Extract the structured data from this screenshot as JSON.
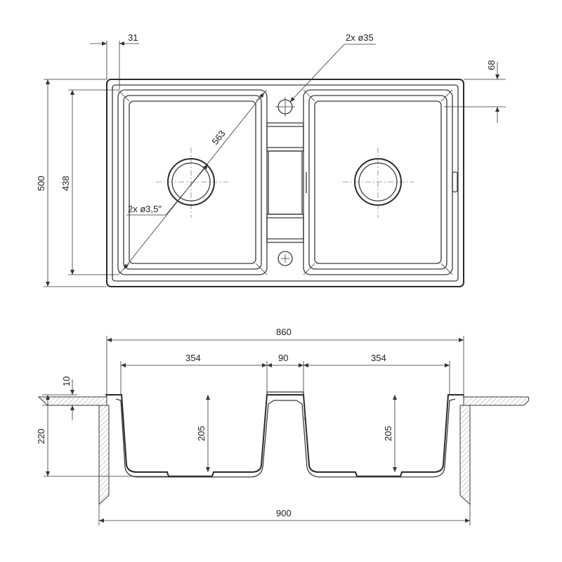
{
  "top_view": {
    "dim_rim": "31",
    "dim_holes": "2x ø35",
    "dim_depth_right": "68",
    "dim_height_total": "500",
    "dim_height_bowl": "438",
    "dim_diagonal": "563",
    "dim_drain": "2x ø3,5\""
  },
  "section_view": {
    "dim_width_top": "860",
    "dim_bowl_left": "354",
    "dim_middle": "90",
    "dim_bowl_right": "354",
    "dim_thickness": "10",
    "dim_depth_total": "220",
    "dim_bowl_depth_left": "205",
    "dim_bowl_depth_right": "205",
    "dim_width_bottom": "900"
  },
  "colors": {
    "line": "#3a3a3a",
    "background": "#ffffff"
  }
}
